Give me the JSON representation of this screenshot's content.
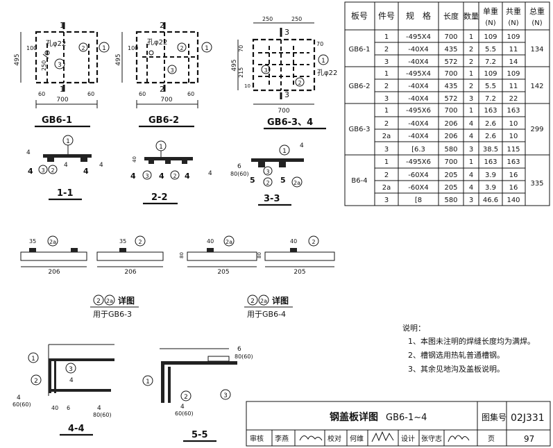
{
  "table": {
    "headers": {
      "board": "板号",
      "part": "件号",
      "spec": "规　格",
      "length": "长度",
      "qty": "数量",
      "unit_weight": "单重",
      "unit_weight_unit": "(N)",
      "total": "共重",
      "total_unit": "(N)",
      "grand": "总重",
      "grand_unit": "(N)"
    },
    "groups": [
      {
        "board": "GB6-1",
        "grand": "134",
        "rows": [
          {
            "part": "1",
            "spec": "-495X4",
            "length": "700",
            "qty": "1",
            "uw": "109",
            "tw": "109"
          },
          {
            "part": "2",
            "spec": "-40X4",
            "length": "435",
            "qty": "2",
            "uw": "5.5",
            "tw": "11"
          },
          {
            "part": "3",
            "spec": "-40X4",
            "length": "572",
            "qty": "2",
            "uw": "7.2",
            "tw": "14"
          }
        ]
      },
      {
        "board": "GB6-2",
        "grand": "142",
        "rows": [
          {
            "part": "1",
            "spec": "-495X4",
            "length": "700",
            "qty": "1",
            "uw": "109",
            "tw": "109"
          },
          {
            "part": "2",
            "spec": "-40X4",
            "length": "435",
            "qty": "2",
            "uw": "5.5",
            "tw": "11"
          },
          {
            "part": "3",
            "spec": "-40X4",
            "length": "572",
            "qty": "3",
            "uw": "7.2",
            "tw": "22"
          }
        ]
      },
      {
        "board": "GB6-3",
        "grand": "299",
        "rows": [
          {
            "part": "1",
            "spec": "-495X6",
            "length": "700",
            "qty": "1",
            "uw": "163",
            "tw": "163"
          },
          {
            "part": "2",
            "spec": "-40X4",
            "length": "206",
            "qty": "4",
            "uw": "2.6",
            "tw": "10"
          },
          {
            "part": "2a",
            "spec": "-40X4",
            "length": "206",
            "qty": "4",
            "uw": "2.6",
            "tw": "10"
          },
          {
            "part": "3",
            "spec": "[6.3",
            "length": "580",
            "qty": "3",
            "uw": "38.5",
            "tw": "115"
          }
        ]
      },
      {
        "board": "B6-4",
        "grand": "335",
        "rows": [
          {
            "part": "1",
            "spec": "-495X6",
            "length": "700",
            "qty": "1",
            "uw": "163",
            "tw": "163"
          },
          {
            "part": "2",
            "spec": "-60X4",
            "length": "205",
            "qty": "4",
            "uw": "3.9",
            "tw": "16"
          },
          {
            "part": "2a",
            "spec": "-60X4",
            "length": "205",
            "qty": "4",
            "uw": "3.9",
            "tw": "16"
          },
          {
            "part": "3",
            "spec": "[8",
            "length": "580",
            "qty": "3",
            "uw": "46.6",
            "tw": "140"
          }
        ]
      }
    ]
  },
  "plans": {
    "gb1_title": "GB6-1",
    "gb2_title": "GB6-2",
    "gb34_title": "GB6-3、4",
    "dim_700": "700",
    "dim_495": "495",
    "dim_60": "60",
    "dim_100": "100",
    "dim_250": "250",
    "dim_70": "70",
    "dim_215": "215",
    "dim_10": "10",
    "hole": "孔φ22",
    "sec1": "1",
    "sec2": "2",
    "sec3": "3"
  },
  "sections": {
    "s11": "1-1",
    "s22": "2-2",
    "s33": "3-3",
    "s44": "4-4",
    "s55": "5-5",
    "n4": "4",
    "n5": "5",
    "n6": "6",
    "n8060": "80(60)",
    "n6060": "60(60)",
    "n40": "40",
    "n404": "40\n4"
  },
  "details": {
    "d206": "206",
    "d205": "205",
    "d35": "35",
    "d40": "40",
    "d6": "6",
    "d80": "80",
    "title": "详图",
    "use_gb63": "用于GB6-3",
    "use_gb64": "用于GB6-4"
  },
  "bubbles": {
    "b1": "1",
    "b2": "2",
    "b2a": "2a",
    "b3": "3"
  },
  "notes": {
    "heading": "说明：",
    "n1": "1、本图未注明的焊缝长度均为满焊。",
    "n2": "2、槽钢选用热轧普通槽钢。",
    "n3": "3、其余见地沟及盖板说明。"
  },
  "titleblock": {
    "title": "钢盖板详图",
    "title_code": "GB6-1~4",
    "atlas_label": "图集号",
    "atlas_no": "02J331",
    "review": "审核",
    "review_name": "李燕",
    "check": "校对",
    "check_name": "何维",
    "design": "设计",
    "design_name": "张守志",
    "page_label": "页",
    "page_no": "97"
  }
}
